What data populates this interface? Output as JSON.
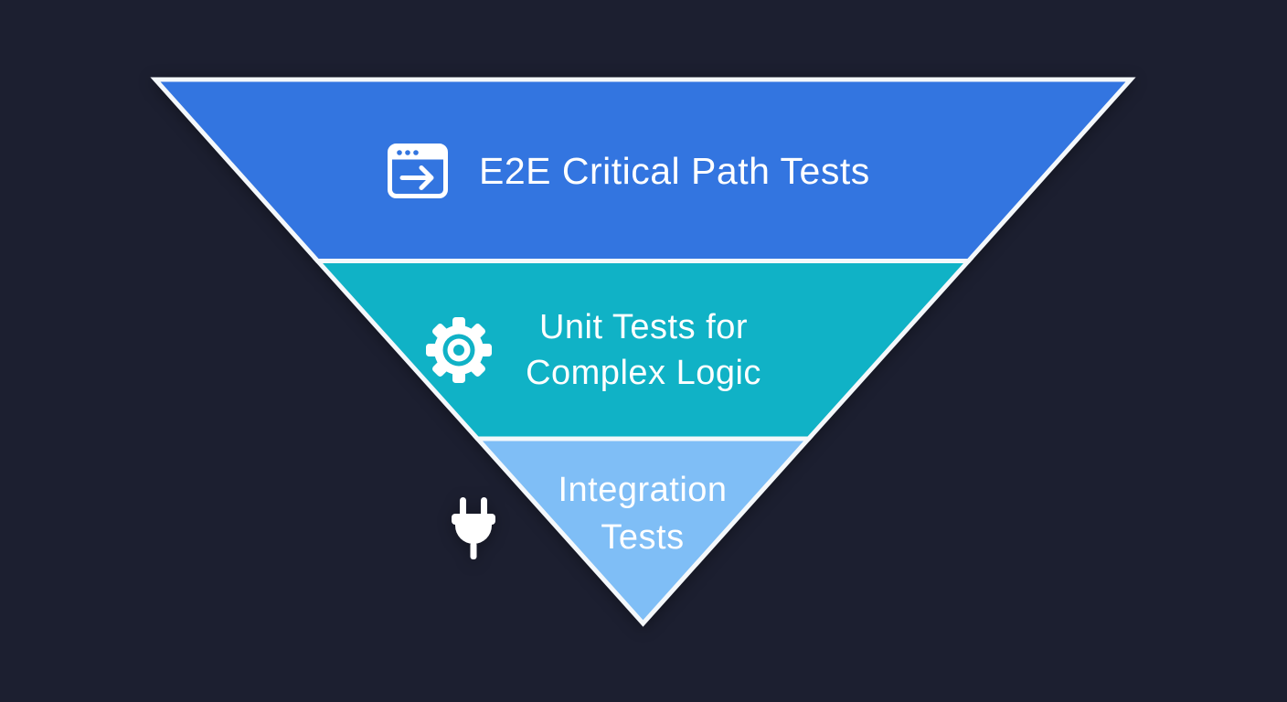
{
  "page": {
    "background": "#1c1f30"
  },
  "funnel": {
    "border_color": "#f4f8fb",
    "text_color": "#ffffff",
    "tiers": [
      {
        "label": "E2E Critical Path Tests",
        "lines": [
          "E2E Critical Path Tests"
        ],
        "color": "#3375e0",
        "icon": "browser-window-arrow-icon"
      },
      {
        "label": "Unit Tests for Complex Logic",
        "lines": [
          "Unit Tests for",
          "Complex Logic"
        ],
        "color": "#10b2c6",
        "icon": "gear-icon"
      },
      {
        "label": "Integration Tests",
        "lines": [
          "Integration",
          "Tests"
        ],
        "color": "#7fbef6",
        "icon": "plug-icon"
      }
    ]
  }
}
